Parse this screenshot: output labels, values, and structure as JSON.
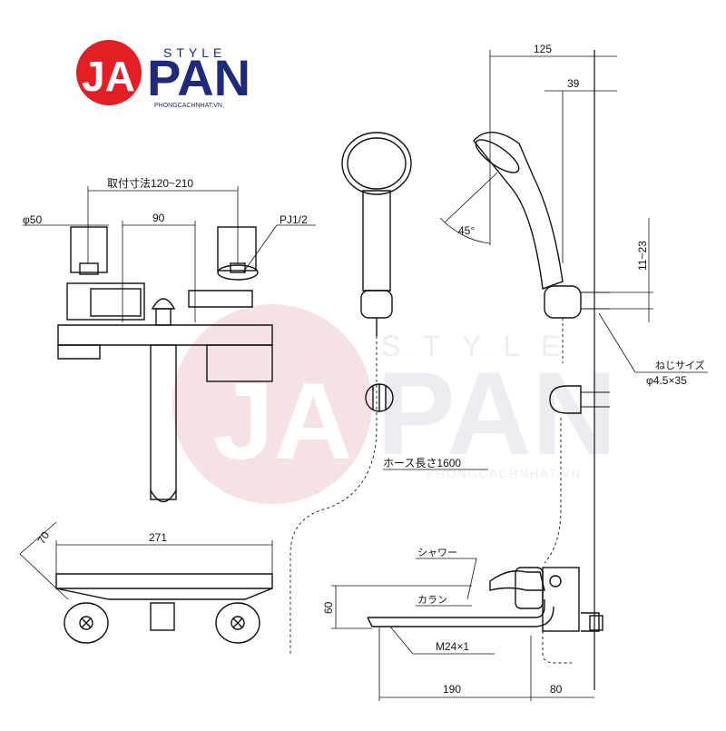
{
  "logo": {
    "mark": "JA",
    "word": "PAN",
    "style_text": "STYLE",
    "url_text": "PHONGCACHNHAT.VN",
    "colors": {
      "red": "#e31e24",
      "navy": "#1f2a7a"
    }
  },
  "watermark": {
    "mark": "JA",
    "word": "PAN",
    "style_text": "S T Y L E",
    "url_text": "PHONGCACHNHAT.VN",
    "color": "#f3dede"
  },
  "dimensions": {
    "mount_pitch": "取付寸法120~210",
    "phi50": "φ50",
    "d90": "90",
    "pj": "PJ1/2",
    "d125": "125",
    "d39": "39",
    "angle45": "45°",
    "range11_23": "11~23",
    "screw_size_label": "ねじサイズ",
    "screw_size_value": "φ4.5×35",
    "hose_length": "ホース長さ1600",
    "d70": "70",
    "d271": "271",
    "shower_label": "シャワー",
    "faucet_label": "カラン",
    "d60": "60",
    "thread": "M24×1",
    "d190": "190",
    "d80": "80"
  },
  "colors": {
    "line": "#111111",
    "wm_red": "#f3dede",
    "wm_navy": "#e4e4ec"
  }
}
